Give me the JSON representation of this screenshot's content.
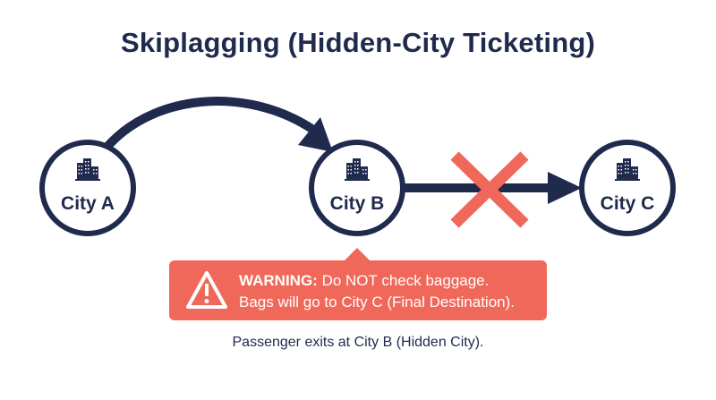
{
  "title": "Skiplagging (Hidden-City Ticketing)",
  "nodes": [
    {
      "id": "a",
      "label": "City A"
    },
    {
      "id": "b",
      "label": "City B"
    },
    {
      "id": "c",
      "label": "City C"
    }
  ],
  "warning": {
    "label": "WARNING:",
    "line1": "Do NOT check baggage.",
    "line2": "Bags will go to City C (Final Destination)."
  },
  "caption": "Passenger exits at City B (Hidden City).",
  "colors": {
    "navy": "#1f2a4d",
    "warning": "#f0685a",
    "cross": "#f0685a",
    "background": "#ffffff"
  },
  "icons": [
    "city-buildings-icon",
    "cancel-x-icon",
    "warning-triangle-icon"
  ]
}
